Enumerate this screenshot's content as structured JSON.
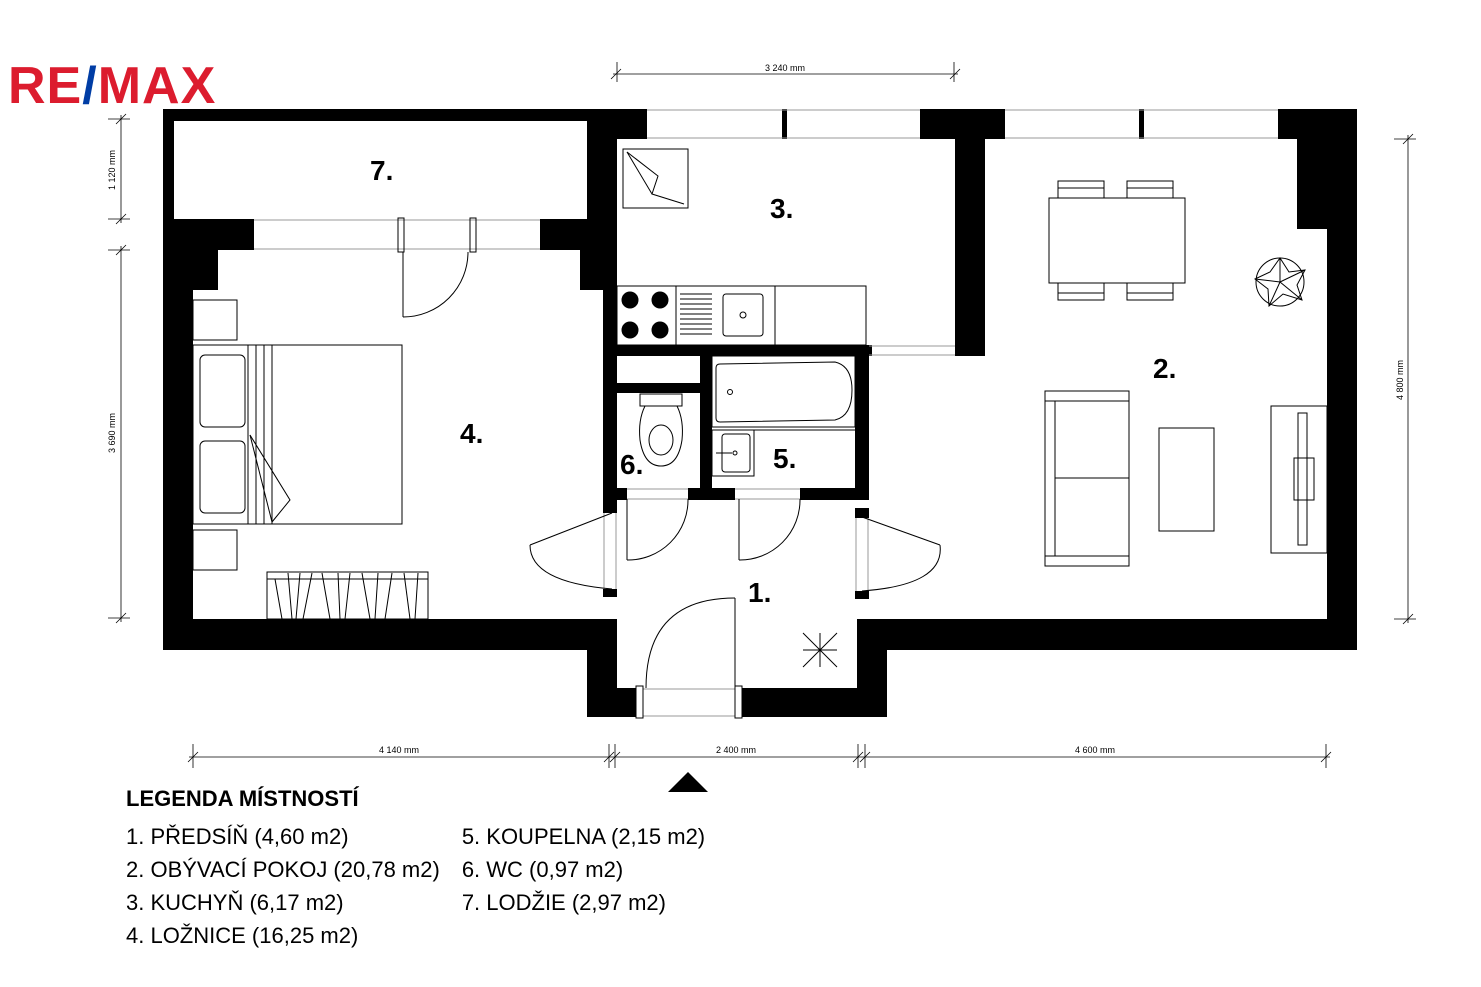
{
  "brand": {
    "logo_text": "RE/MAX",
    "logo_parts": [
      "RE",
      "/",
      "MAX"
    ],
    "red": "#dc1c2e",
    "blue": "#003da5"
  },
  "rooms": [
    {
      "label": "1."
    },
    {
      "label": "2."
    },
    {
      "label": "3."
    },
    {
      "label": "4."
    },
    {
      "label": "5."
    },
    {
      "label": "6."
    },
    {
      "label": "7."
    }
  ],
  "dimensions": {
    "top": "3 240 mm",
    "left_upper": "1 120 mm",
    "left_lower": "3 690 mm",
    "right": "4 800 mm",
    "bottom_left": "4 140 mm",
    "bottom_mid": "2 400 mm",
    "bottom_right": "4 600 mm"
  },
  "legend": {
    "title": "LEGENDA MÍSTNOSTÍ",
    "col1": [
      "1.  PŘEDSÍŇ (4,60 m2)",
      "2. OBÝVACÍ POKOJ (20,78 m2)",
      "3. KUCHYŇ (6,17 m2)",
      "4. LOŽNICE (16,25 m2)"
    ],
    "col2": [
      "5. KOUPELNA (2,15 m2)",
      "6. WC (0,97 m2)",
      "7. LODŽIE (2,97 m2)"
    ]
  },
  "entrance_marker": "triangle-up"
}
